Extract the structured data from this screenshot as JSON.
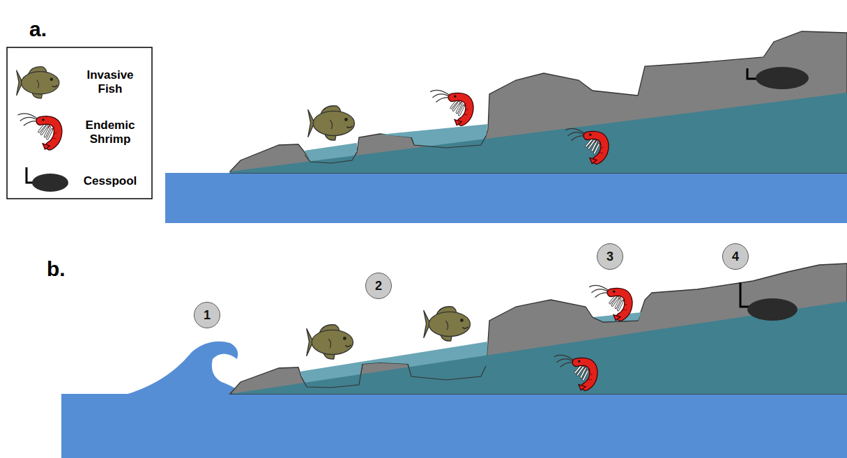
{
  "diagram": {
    "nodes": [
      {
        "text": [
          "1"
        ]
      },
      {
        "text": [
          "2"
        ]
      },
      {
        "text": [
          "3"
        ]
      },
      {
        "text": [
          "4"
        ]
      }
    ],
    "labels": [
      "a.",
      "b."
    ],
    "legend": [
      {
        "text": "Invasive Fish"
      },
      {
        "text": "Endemic Shrimp"
      },
      {
        "text": "Cesspool"
      }
    ]
  }
}
